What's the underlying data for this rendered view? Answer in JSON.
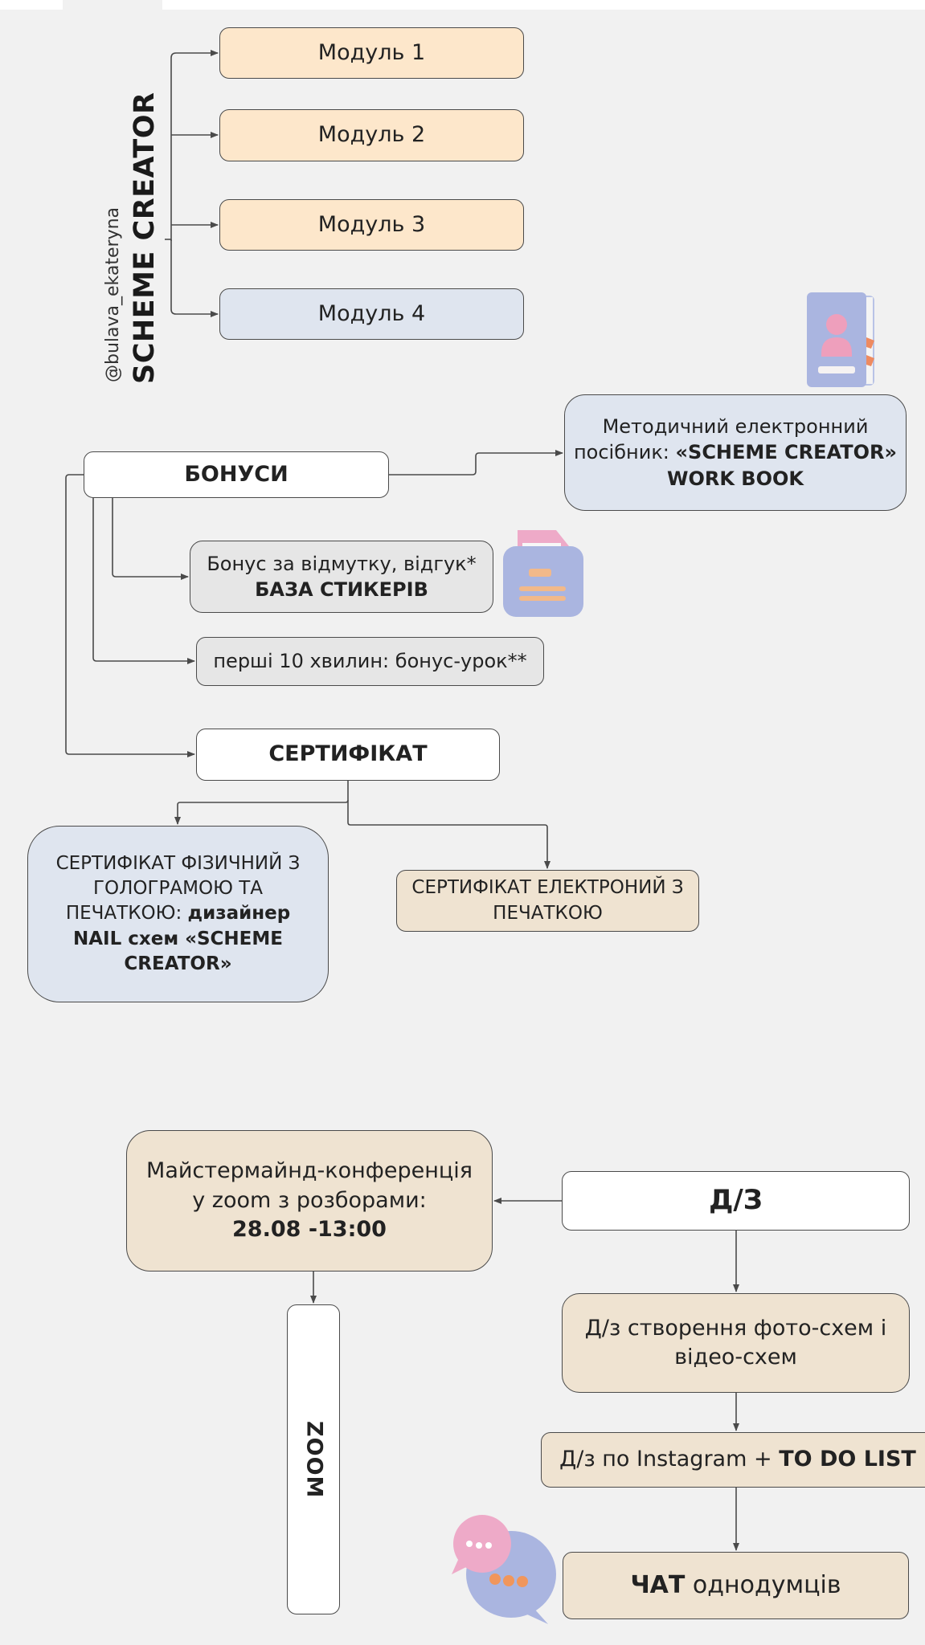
{
  "title": {
    "handle": "@bulava_ekateryna",
    "name": "SCHEME CREATOR"
  },
  "modules": [
    {
      "label": "Модуль 1",
      "color": "#fde7cb"
    },
    {
      "label": "Модуль 2",
      "color": "#fde7cb"
    },
    {
      "label": "Модуль 3",
      "color": "#fde7cb"
    },
    {
      "label": "Модуль 4",
      "color": "#dfe5ef"
    }
  ],
  "bonuses": {
    "title": "БОНУСИ",
    "workbook": {
      "line1": "Методичний електронний",
      "line2_prefix": "посібник: ",
      "line2_bold": "«SCHEME CREATOR»",
      "line3_bold": "WORK BOOK",
      "icon": "contact-book-icon"
    },
    "stickers": {
      "line1": "Бонус за відмутку, відгук*",
      "line2_bold": "БАЗА СТИКЕРІВ",
      "icon": "file-box-icon"
    },
    "lesson": {
      "label": "перші 10 хвилин: бонус-урок**"
    }
  },
  "certificate": {
    "title": "СЕРТИФІКАТ",
    "physical": {
      "text": "СЕРТИФІКАТ ФІЗИЧНИЙ З ГОЛОГРАМОЮ ТА ПЕЧАТКОЮ: ",
      "bold": "дизайнер NAIL схем «SCHEME CREATOR»"
    },
    "electronic": {
      "text": "СЕРТИФІКАТ ЕЛЕКТРОНИЙ З ПЕЧАТКОЮ"
    }
  },
  "mastermind": {
    "line1": "Майстермайнд-конференція",
    "line2": "у zoom з розборами:",
    "line3_bold": "28.08 -13:00"
  },
  "zoom": {
    "label": "ZOOM"
  },
  "homework": {
    "title": "Д/З",
    "photo": "Д/з створення фото-схем і відео-схем",
    "instagram_prefix": "Д/з по Instagram + ",
    "instagram_bold": "TO DO LIST",
    "chat_bold": "ЧАТ",
    "chat_rest": " однодумців",
    "chat_icon": "chat-bubbles-icon"
  },
  "colors": {
    "background": "#f1f1f1",
    "peach": "#fde7cb",
    "blue": "#dfe5ef",
    "beige": "#efe3d1",
    "grey": "#e6e6e6",
    "line": "#4a4a4a"
  }
}
